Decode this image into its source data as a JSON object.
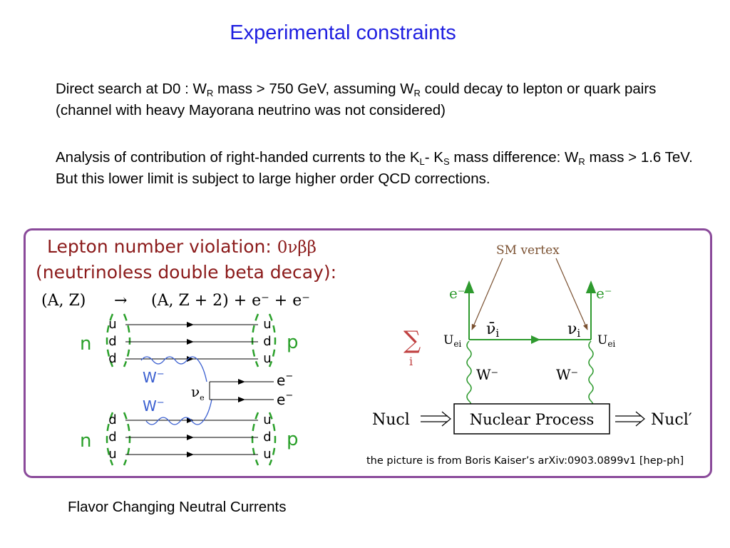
{
  "title": "Experimental constraints",
  "paragraph1": {
    "t1": "Direct search at D0 : W",
    "sub1": "R",
    "t2": " mass > 750 GeV, assuming W",
    "sub2": "R",
    "t3": " could decay to lepton or quark pairs (channel with heavy Mayorana neutrino was not considered)"
  },
  "paragraph2": {
    "t1": "Analysis of contribution of right-handed currents to the K",
    "sub1": "L",
    "t2": "- K",
    "sub2": "S",
    "t3": " mass difference: W",
    "sub3": "R",
    "t4": " mass > 1.6 TeV. But this lower limit is subject to large higher order QCD corrections."
  },
  "figure": {
    "heading_line1": "Lepton number violation: ",
    "heading_symbol": "0νββ",
    "heading_line2": "(neutrinoless double beta decay):",
    "reaction_lhs": "(A, Z)",
    "reaction_arrow": "→",
    "reaction_rhs": "(A, Z + 2) + e⁻ + e⁻",
    "left_diagram": {
      "top_in_quarks": [
        "u",
        "d",
        "d"
      ],
      "top_out_quarks": [
        "u",
        "d",
        "u"
      ],
      "bottom_in_quarks": [
        "d",
        "d",
        "u"
      ],
      "bottom_out_quarks": [
        "u",
        "d",
        "u"
      ],
      "neutron_label": "n",
      "proton_label": "p",
      "w_label": "W",
      "w_sup": "−",
      "nu_label": "ν",
      "nu_sub": "e",
      "electron_label": "e",
      "electron_sup": "−"
    },
    "right_diagram": {
      "sm_vertex": "SM vertex",
      "electron": "e⁻",
      "sum_symbol": "∑",
      "sum_index": "i",
      "u_label": "U",
      "u_sub": "ei",
      "nubar_label": "ν̄",
      "nu_label": "ν",
      "nu_sub": "i",
      "w_label": "W⁻",
      "nucleus_in": "Nucl",
      "nuclear_process": "Nuclear Process",
      "nucleus_out": "Nucl′"
    },
    "credit": "the picture is from Boris Kaiser’s arXiv:0903.0899v1 [hep-ph]"
  },
  "footer": "Flavor Changing Neutral Currents",
  "colors": {
    "title": "#1f1fe0",
    "frame": "#8a4a9a",
    "heading": "#8b1a1a",
    "nucleon": "#2aa02a",
    "wboson": "#3a5fd0",
    "lepton_line": "#3aa83a",
    "sum": "#c04040"
  }
}
